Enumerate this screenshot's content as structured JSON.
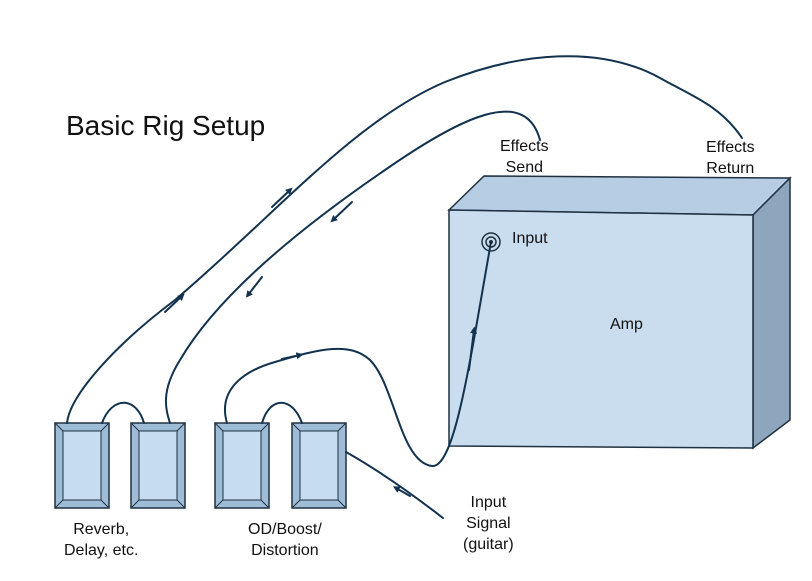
{
  "title": "Basic Rig Setup",
  "labels": {
    "effects_send": [
      "Effects",
      "Send"
    ],
    "effects_return": [
      "Effects",
      "Return"
    ],
    "input": "Input",
    "amp": "Amp",
    "pedal_group_1": [
      "Reverb,",
      "Delay, etc."
    ],
    "pedal_group_2": [
      "OD/Boost/",
      "Distortion"
    ],
    "input_signal": [
      "Input",
      "Signal",
      "(guitar)"
    ]
  },
  "colors": {
    "amp_face": "#c9ddef",
    "amp_top": "#b6cde4",
    "amp_side": "#8ea6bd",
    "pedal_face": "#c6ddf1",
    "pedal_bevel": "#9ebcd6",
    "outline": "#1f3140",
    "cable": "#12324e"
  }
}
